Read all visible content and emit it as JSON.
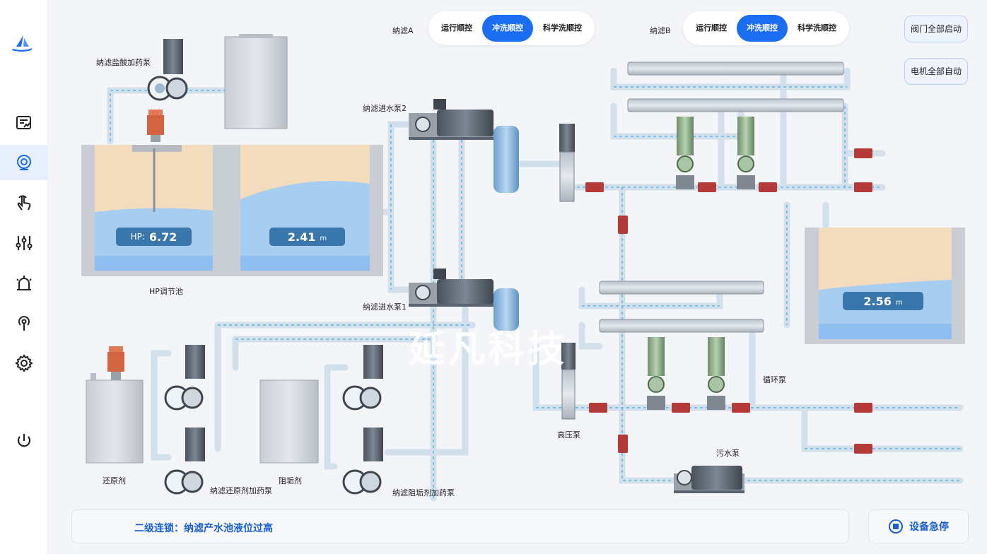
{
  "nav": [
    "report-icon",
    "monitor-icon",
    "hand-touch-icon",
    "sliders-icon",
    "alarm-light-icon",
    "antenna-icon",
    "gear-icon",
    "power-icon"
  ],
  "controls": {
    "filter_a": {
      "label": "纳滤A",
      "options": [
        "运行顺控",
        "冲洗顺控",
        "科学洗顺控"
      ],
      "selected": "冲洗顺控"
    },
    "filter_b": {
      "label": "纳滤B",
      "options": [
        "运行顺控",
        "冲洗顺控",
        "科学洗顺控"
      ],
      "selected": "冲洗顺控"
    },
    "valve_all_start": "阀门全部启动",
    "motor_all_auto": "电机全部自动"
  },
  "labels": {
    "acid_pump": "纳滤盐酸加药泵",
    "inlet_pump2": "纳滤进水泵2",
    "inlet_pump1": "纳滤进水泵1",
    "hp_tank": "HP调节池",
    "reducer": "还原剂",
    "reducer_pump": "纳滤还原剂加药泵",
    "scale_inhibitor": "阻垢剂",
    "scale_pump": "纳滤阻垢剂加药泵",
    "high_pressure_pump": "高压泵",
    "circulation_pump": "循环泵",
    "sewage_pump": "污水泵"
  },
  "readouts": {
    "hp_label": "HP:",
    "hp_value": "6.72",
    "tank2_level": "2.41",
    "tank3_level": "2.56",
    "unit": "m"
  },
  "alarm": "二级连锁：纳滤产水池液位过高",
  "estop": "设备急停",
  "watermark": "延凡科技",
  "colors": {
    "accent": "#1a6cf0",
    "water": "#9ec8f0",
    "sand": "#f3dcbd",
    "pipe": "#d6e4ef",
    "valve": "#b53a3a",
    "pump_gray": "#5a6370",
    "pump_green": "#8fb08c"
  }
}
